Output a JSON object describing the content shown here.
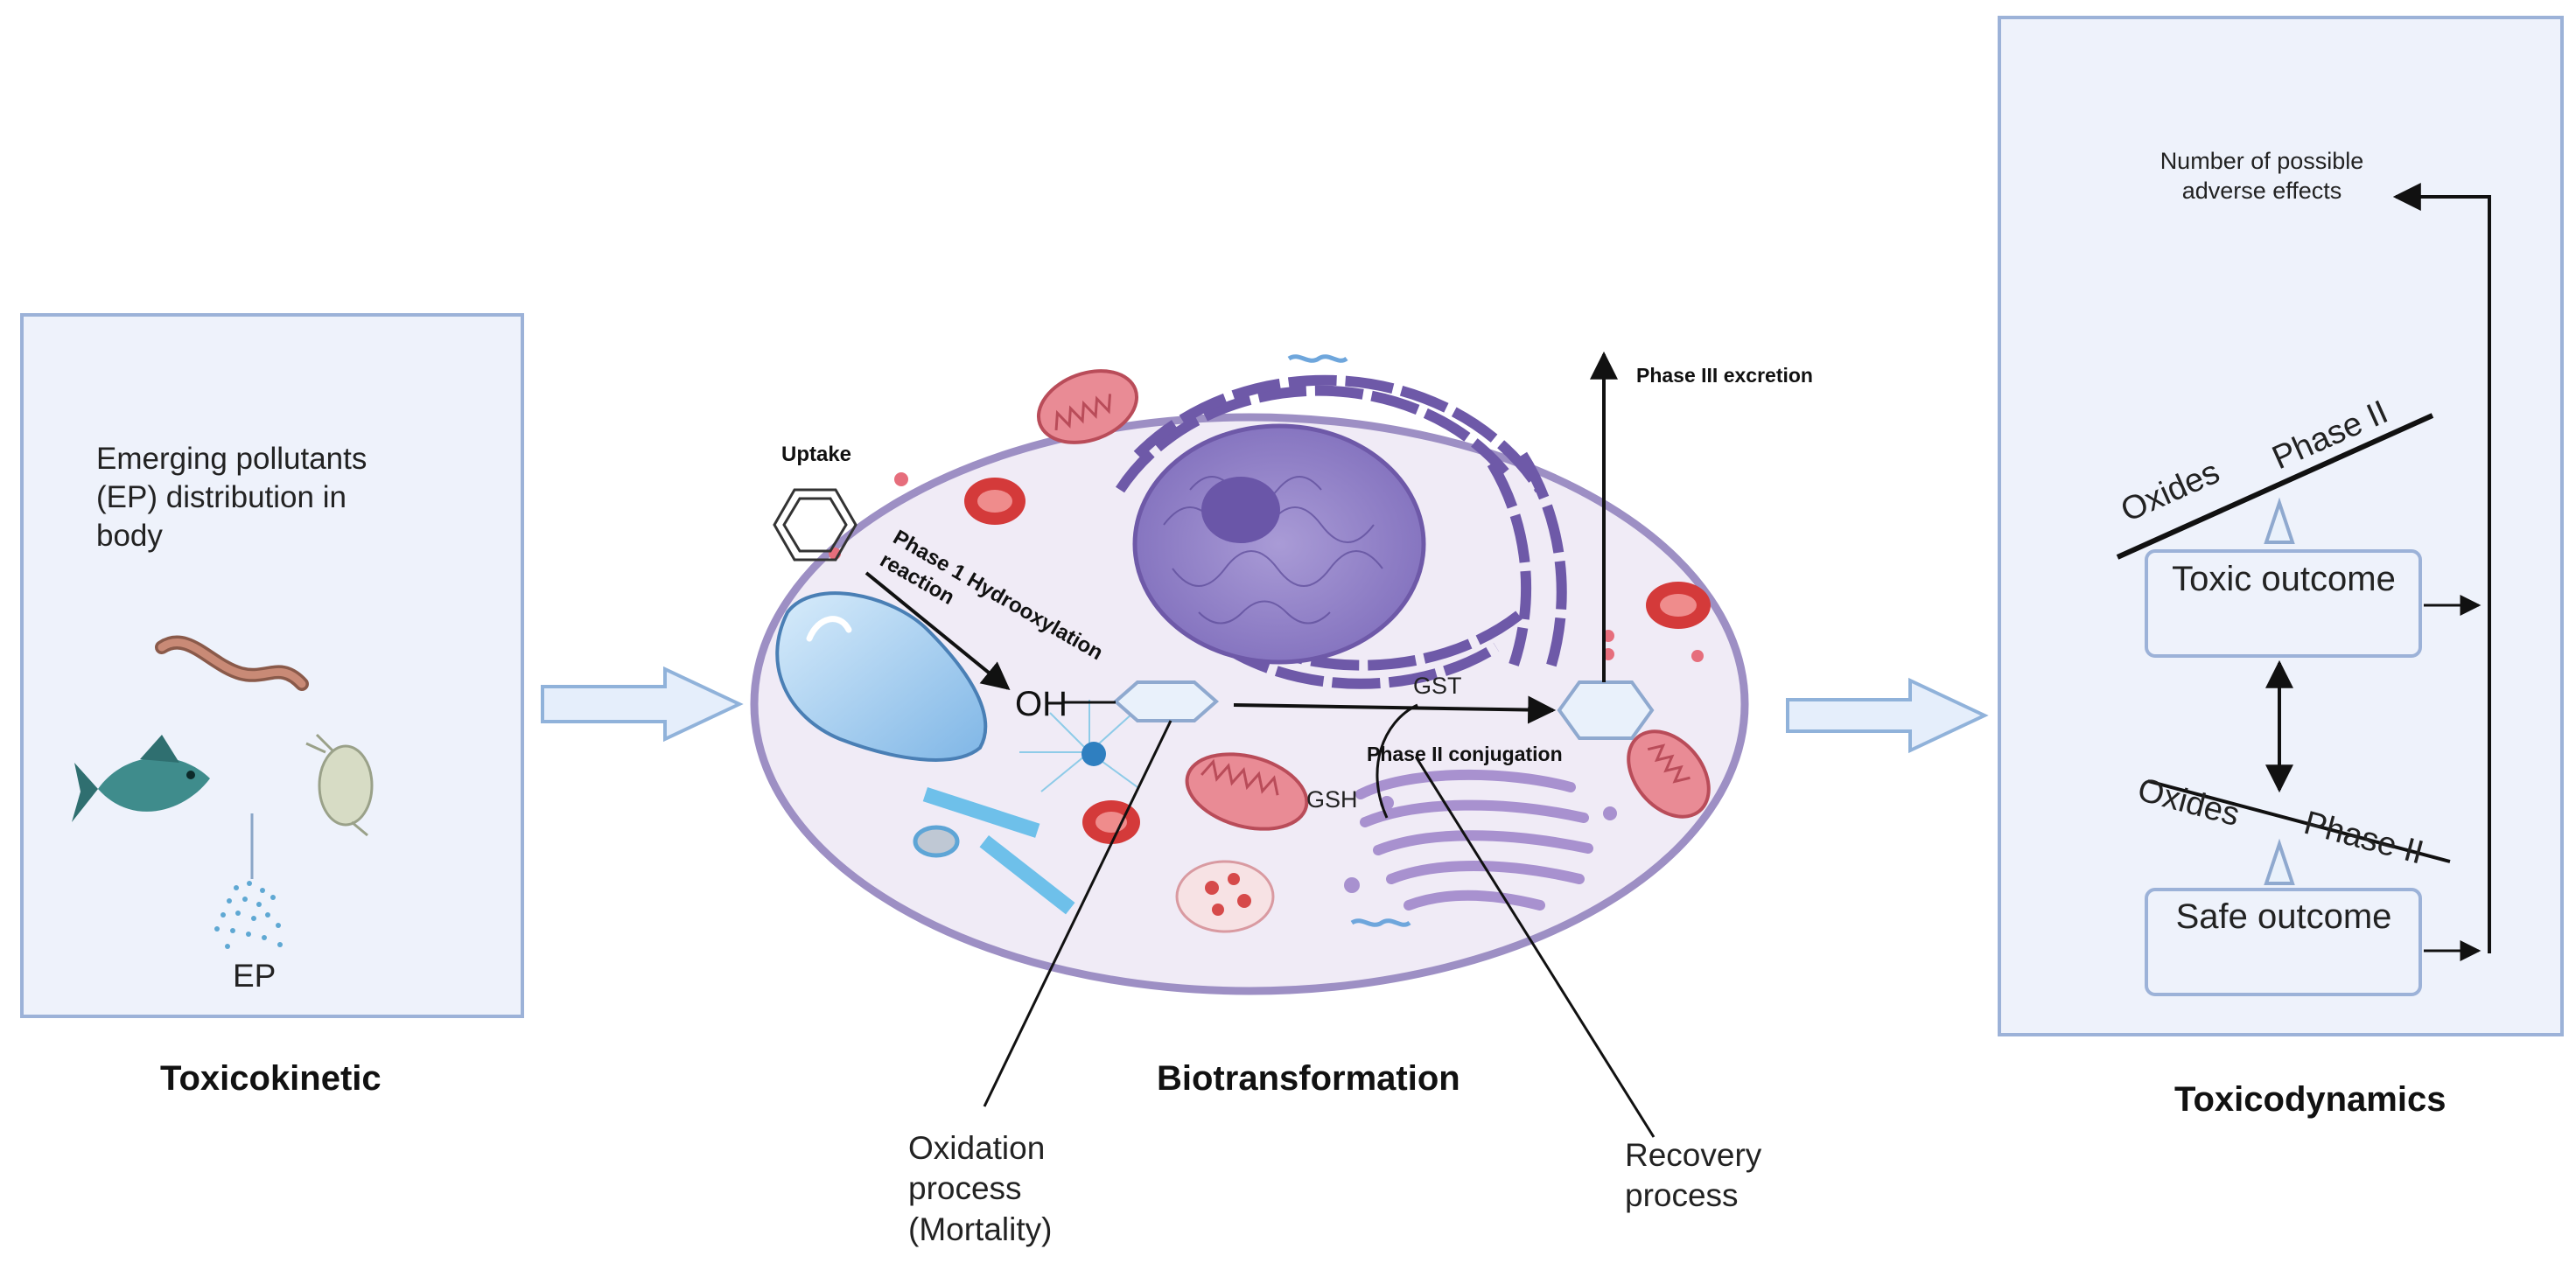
{
  "panels": {
    "toxicokinetic": {
      "title": "Toxicokinetic",
      "description": "Emerging pollutants (EP) distribution in body",
      "ep_label": "EP"
    },
    "biotransformation": {
      "title": "Biotransformation",
      "uptake": "Uptake",
      "phase1": "Phase 1 Hydrooxylation reaction",
      "oh": "OH",
      "gst": "GST",
      "gsh": "GSH",
      "phase2": "Phase II conjugation",
      "phase3": "Phase III excretion",
      "oxidation": "Oxidation process (Mortality)",
      "recovery": "Recovery process"
    },
    "toxicodynamics": {
      "title": "Toxicodynamics",
      "adverse": "Number of possible adverse effects",
      "oxides": "Oxides",
      "phase2": "Phase II",
      "toxic_outcome": "Toxic outcome",
      "safe_outcome": "Safe outcome"
    }
  },
  "colors": {
    "panel_fill": "#eef2fb",
    "panel_border": "#9cb2d8",
    "cell_fill": "#f0ebf6",
    "cell_border": "#9d8fc4",
    "nucleus": "#7a67b2",
    "mitochondria": "#d65f6c"
  }
}
